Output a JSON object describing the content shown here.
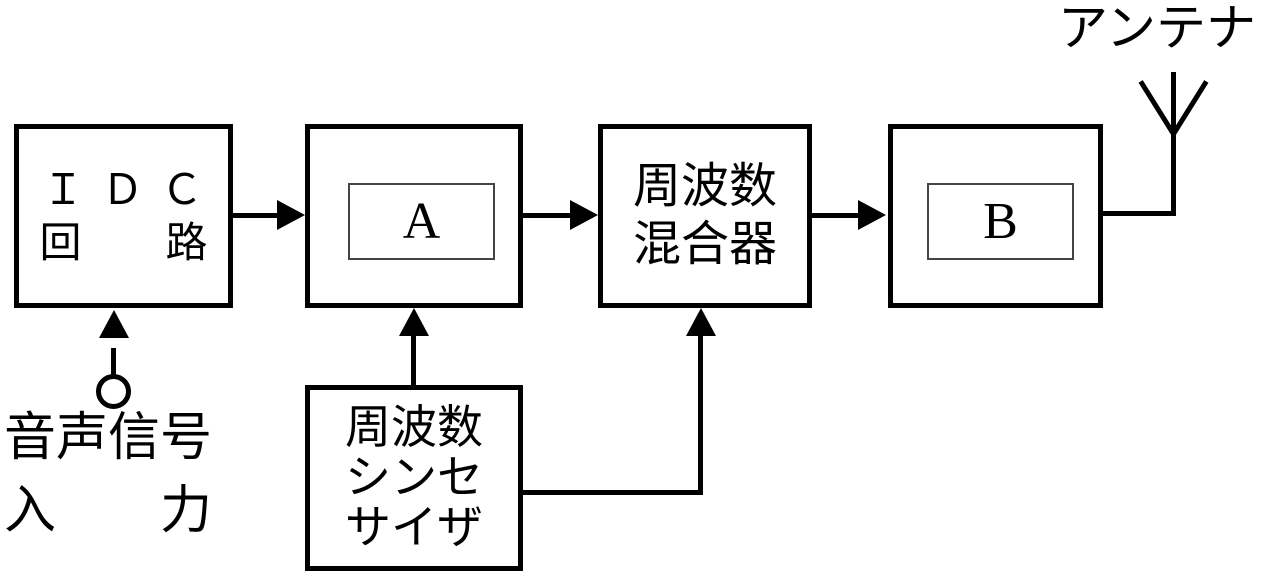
{
  "diagram": {
    "title_hidden": "",
    "blocks": [
      {
        "id": "idc-circuit",
        "lines": [
          "Ｉ Ｄ Ｃ",
          "回　　路"
        ]
      },
      {
        "id": "stage-a",
        "inner_letter": "A"
      },
      {
        "id": "frequency-mixer",
        "lines": [
          "周波数",
          "混合器"
        ]
      },
      {
        "id": "stage-b",
        "inner_letter": "B"
      },
      {
        "id": "frequency-synthesizer",
        "lines": [
          "周波数",
          "シンセ",
          "サイザ"
        ]
      }
    ],
    "labels": {
      "antenna": "アンテナ",
      "audio_input_line1": "音声信号",
      "audio_input_line2": "入　　力"
    },
    "icons": {
      "antenna": "antenna-icon",
      "input_terminal": "circle-terminal-icon"
    },
    "colors": {
      "stroke": "#000000",
      "background": "#ffffff",
      "inner_box_stroke": "#444444"
    }
  }
}
